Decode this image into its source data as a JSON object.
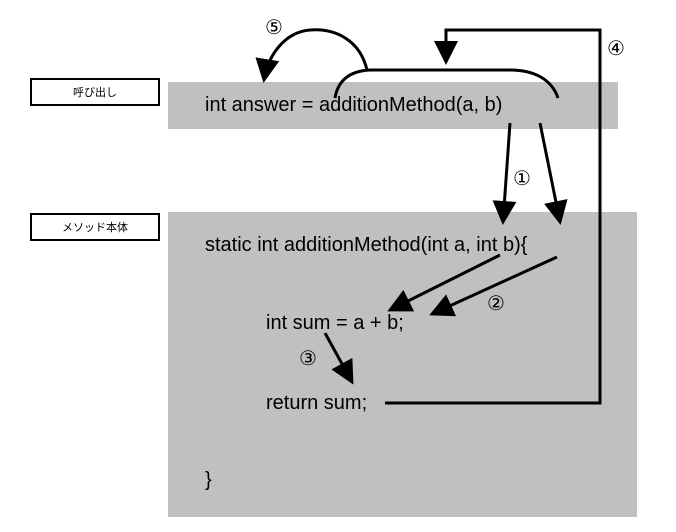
{
  "labels": {
    "call": "呼び出し",
    "method_body": "メソッド本体"
  },
  "code": {
    "call_line": "int answer = additionMethod(a, b)",
    "signature_line": "static int additionMethod(int a, int b){",
    "sum_line": "int sum = a + b;",
    "return_line": "return sum;",
    "closing_brace": "}"
  },
  "steps": {
    "step1": "①",
    "step2": "②",
    "step3": "③",
    "step4": "④",
    "step5": "⑤"
  },
  "colors": {
    "code_background": "#c0c0c0",
    "arrow": "#000000"
  }
}
